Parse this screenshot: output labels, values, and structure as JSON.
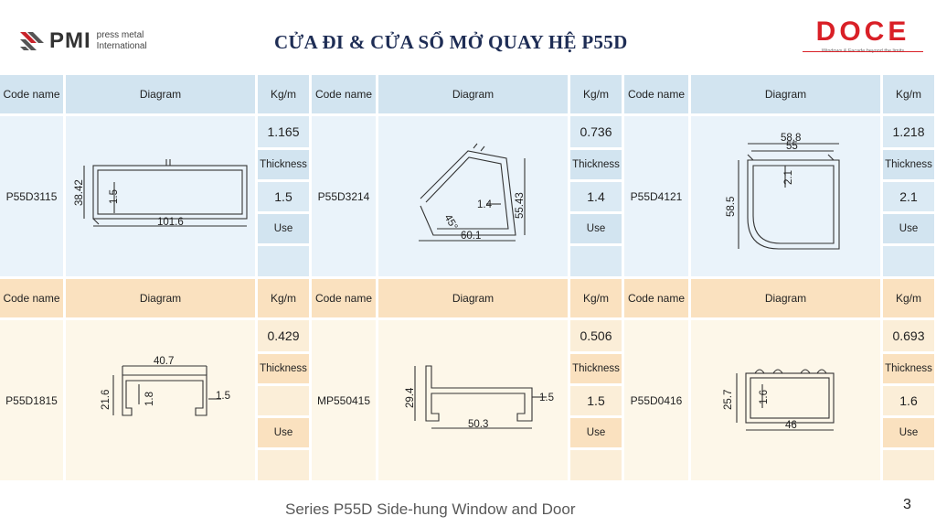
{
  "header": {
    "pmi_logo_text": "PMI",
    "pmi_sub_line1": "press metal",
    "pmi_sub_line2": "International",
    "title": "CỬA ĐI & CỬA SỔ MỞ QUAY HỆ P55D",
    "doce_logo_text": "DOCE",
    "doce_tagline": "Windows & Facade beyond the limits"
  },
  "columns": {
    "code": "Code name",
    "diagram": "Diagram",
    "kg": "Kg/m",
    "thickness": "Thickness",
    "use": "Use"
  },
  "profiles": [
    {
      "code": "P55D3115",
      "kg": "1.165",
      "thickness": "1.5",
      "dims": [
        "38.42",
        "1.5",
        "101.6"
      ]
    },
    {
      "code": "P55D3214",
      "kg": "0.736",
      "thickness": "1.4",
      "dims": [
        "45°",
        "1.4",
        "55.43",
        "60.1"
      ]
    },
    {
      "code": "P55D4121",
      "kg": "1.218",
      "thickness": "2.1",
      "dims": [
        "58.8",
        "55",
        "2.1",
        "58.5"
      ]
    },
    {
      "code": "P55D1815",
      "kg": "0.429",
      "thickness": "",
      "dims": [
        "40.7",
        "21.6",
        "1.8",
        "1.5"
      ]
    },
    {
      "code": "MP550415",
      "kg": "0.506",
      "thickness": "1.5",
      "dims": [
        "29.4",
        "1.5",
        "50.3"
      ]
    },
    {
      "code": "P55D0416",
      "kg": "0.693",
      "thickness": "1.6",
      "dims": [
        "25.7",
        "1.6",
        "46"
      ]
    }
  ],
  "footer": {
    "caption": "Series P55D Side-hung Window and Door",
    "page": "3"
  },
  "colors": {
    "title": "#1e2d55",
    "doce_red": "#d92027",
    "blue_header": "#d2e4f0",
    "blue_body": "#eaf3fa",
    "tan_header": "#fae1bf",
    "tan_body": "#fdf7e9"
  }
}
